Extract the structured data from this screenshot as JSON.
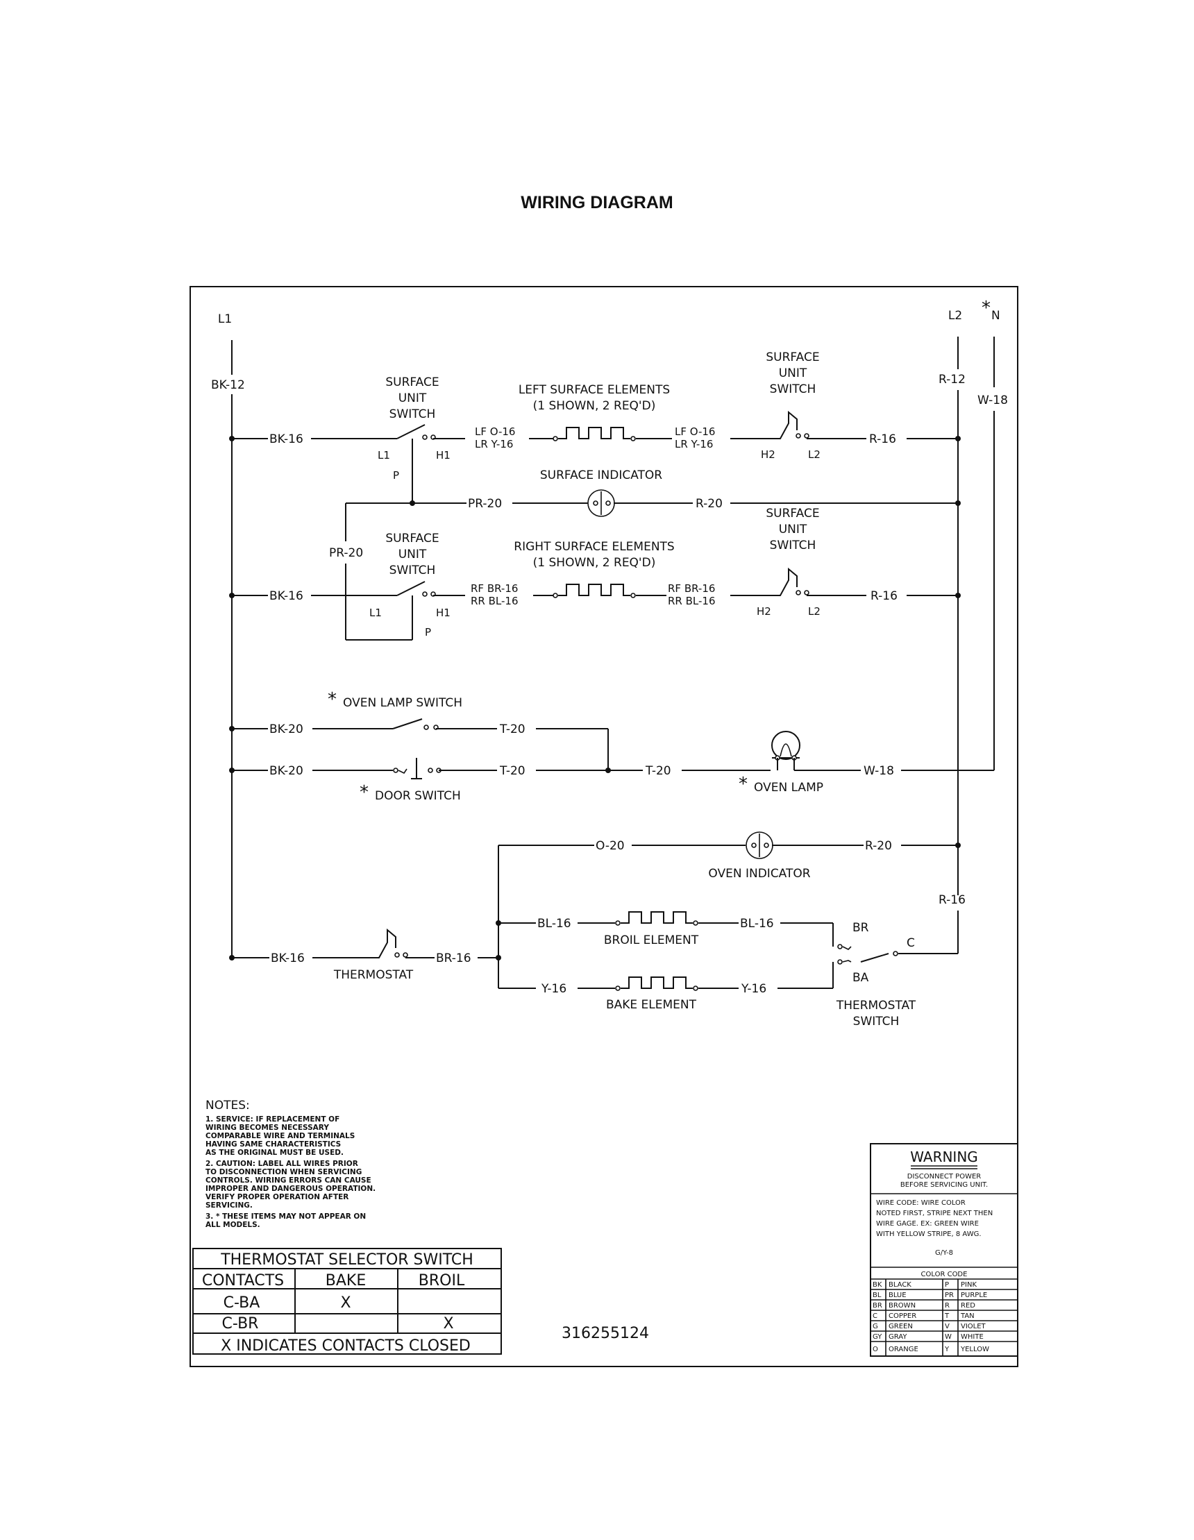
{
  "title": "WIRING DIAGRAM",
  "part_number": "316255124",
  "lines": {
    "l1": "L1",
    "l2": "L2",
    "neutral": "N",
    "neutral_star": "*",
    "bk12": "BK-12",
    "r12": "R-12",
    "w18_top": "W-18"
  },
  "left_surface": {
    "switch_label": [
      "SURFACE",
      "UNIT",
      "SWITCH"
    ],
    "wire_in": "BK-16",
    "l1": "L1",
    "h1": "H1",
    "p": "P",
    "elements_title": [
      "LEFT SURFACE ELEMENTS",
      "(1 SHOWN, 2 REQ'D)"
    ],
    "wire_a1": "LF O-16",
    "wire_a2": "LR Y-16",
    "wire_b1": "LF O-16",
    "wire_b2": "LR Y-16",
    "right_switch_label": [
      "SURFACE",
      "UNIT",
      "SWITCH"
    ],
    "h2": "H2",
    "l2": "L2",
    "wire_out": "R-16"
  },
  "indicator": {
    "label": "SURFACE INDICATOR",
    "wire_in": "PR-20",
    "wire_out": "R-20",
    "pr_vertical": "PR-20"
  },
  "right_surface": {
    "switch_label": [
      "SURFACE",
      "UNIT",
      "SWITCH"
    ],
    "wire_in": "BK-16",
    "l1": "L1",
    "h1": "H1",
    "p": "P",
    "elements_title": [
      "RIGHT SURFACE ELEMENTS",
      "(1 SHOWN, 2 REQ'D)"
    ],
    "wire_a1": "RF BR-16",
    "wire_a2": "RR BL-16",
    "wire_b1": "RF BR-16",
    "wire_b2": "RR BL-16",
    "right_switch_label": [
      "SURFACE",
      "UNIT",
      "SWITCH"
    ],
    "h2": "H2",
    "l2": "L2",
    "wire_out": "R-16"
  },
  "oven_lamp": {
    "switch_label": "OVEN LAMP SWITCH",
    "door_switch_label": "DOOR SWITCH",
    "lamp_label": "OVEN LAMP",
    "star": "*",
    "bk20_a": "BK-20",
    "bk20_b": "BK-20",
    "t20_a": "T-20",
    "t20_b": "T-20",
    "t20_c": "T-20",
    "w18": "W-18"
  },
  "oven": {
    "indicator_label": "OVEN INDICATOR",
    "o20": "O-20",
    "r20": "R-20",
    "r16": "R-16",
    "bk16": "BK-16",
    "thermostat_label": "THERMOSTAT",
    "br16": "BR-16",
    "bl16_a": "BL-16",
    "bl16_b": "BL-16",
    "broil_label": "BROIL ELEMENT",
    "y16_a": "Y-16",
    "y16_b": "Y-16",
    "bake_label": "BAKE ELEMENT",
    "br": "BR",
    "ba": "BA",
    "c": "C",
    "thermostat_switch_label": [
      "THERMOSTAT",
      "SWITCH"
    ]
  },
  "notes": {
    "heading": "NOTES:",
    "items": [
      [
        "1.  SERVICE:   IF REPLACEMENT OF",
        "     WIRING BECOMES NECESSARY",
        "     COMPARABLE WIRE AND TERMINALS",
        "     HAVING SAME CHARACTERISTICS",
        "     AS THE ORIGINAL MUST BE USED."
      ],
      [
        "2.  CAUTION:   LABEL ALL WIRES PRIOR",
        "     TO DISCONNECTION WHEN SERVICING",
        "     CONTROLS.   WIRING ERRORS CAN CAUSE",
        "     IMPROPER AND DANGEROUS OPERATION.",
        "     VERIFY PROPER OPERATION AFTER",
        "     SERVICING."
      ],
      [
        "3.  * THESE ITEMS MAY NOT APPEAR ON",
        "     ALL MODELS."
      ]
    ]
  },
  "selector_table": {
    "title": "THERMOSTAT SELECTOR SWITCH",
    "headers": [
      "CONTACTS",
      "BAKE",
      "BROIL"
    ],
    "rows": [
      [
        "C-BA",
        "X",
        ""
      ],
      [
        "C-BR",
        "",
        "X"
      ]
    ],
    "footer": "X INDICATES CONTACTS CLOSED"
  },
  "warning": {
    "title": "WARNING",
    "subtitle": [
      "DISCONNECT POWER",
      "BEFORE SERVICING UNIT."
    ],
    "wire_code": [
      "WIRE CODE:   WIRE COLOR",
      "NOTED FIRST, STRIPE NEXT THEN",
      "WIRE GAGE.   EX:  GREEN WIRE",
      "WITH YELLOW STRIPE, 8 AWG."
    ],
    "example": "G/Y-8",
    "color_code_title": "COLOR CODE",
    "colors": [
      [
        "BK",
        "BLACK",
        "P",
        "PINK"
      ],
      [
        "BL",
        "BLUE",
        "PR",
        "PURPLE"
      ],
      [
        "BR",
        "BROWN",
        "R",
        "RED"
      ],
      [
        "C",
        "COPPER",
        "T",
        "TAN"
      ],
      [
        "G",
        "GREEN",
        "V",
        "VIOLET"
      ],
      [
        "GY",
        "GRAY",
        "W",
        "WHITE"
      ],
      [
        "O",
        "ORANGE",
        "Y",
        "YELLOW"
      ]
    ]
  }
}
